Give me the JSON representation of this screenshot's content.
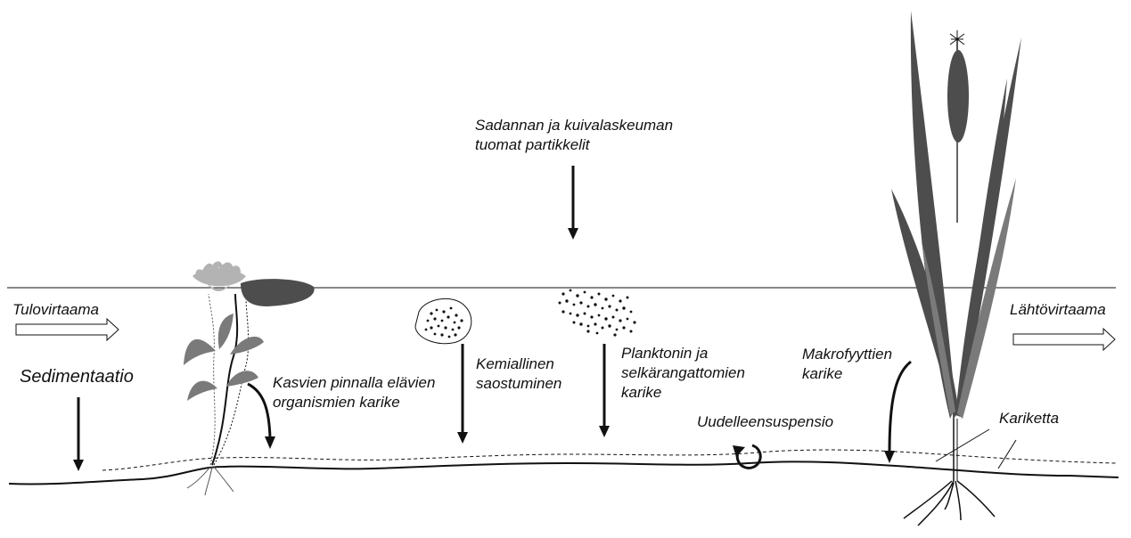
{
  "labels": {
    "atmospheric_input": "Sadannan ja kuivalaskeuman\ntuomat partikkelit",
    "inflow": "Tulovirtaama",
    "outflow": "Lähtövirtaama",
    "sedimentation": "Sedimentaatio",
    "epiphyte_litter": "Kasvien pinnalla elävien\norganismien karike",
    "chemical_precipitation": "Kemiallinen\nsaostuminen",
    "plankton_litter": "Planktonin ja\nselkärangattomien\nkarike",
    "macrophyte_litter": "Makrofyyttien\nkarike",
    "resuspension": "Uudelleensuspensio",
    "litter_layer": "Kariketta"
  },
  "colors": {
    "leaf_dark": "#4d4d4d",
    "leaf_mid": "#7a7a7a",
    "flower": "#b3b3b3",
    "line": "#111111"
  }
}
